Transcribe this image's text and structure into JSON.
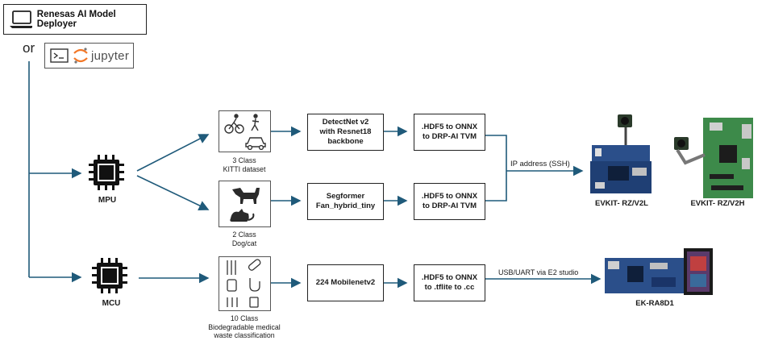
{
  "tools": {
    "deployer_label": "Renesas AI Model Deployer",
    "or_label": "or",
    "jupyter_label": "jupyter",
    "laptop_icon": "laptop-icon",
    "terminal_icon": "terminal-icon",
    "jupyter_icon": "jupyter-logo-icon"
  },
  "processors": {
    "mpu_label": "MPU",
    "mcu_label": "MCU",
    "chip_icon": "chip-icon"
  },
  "datasets": [
    {
      "label": "3 Class\nKITTI dataset",
      "icon": "cyclist-pedestrian-car-icon"
    },
    {
      "label": "2 Class\nDog/cat",
      "icon": "dog-cat-icon"
    },
    {
      "label": "10 Class\nBiodegradable medical\nwaste classification",
      "icon": "medical-waste-icon"
    }
  ],
  "models": [
    {
      "label": "DetectNet v2\nwith Resnet18\nbackbone"
    },
    {
      "label": "Segformer\nFan_hybrid_tiny"
    },
    {
      "label": "224 Mobilenetv2"
    }
  ],
  "conversions": [
    {
      "label": ".HDF5 to ONNX\nto DRP-AI TVM"
    },
    {
      "label": ".HDF5 to ONNX\nto DRP-AI TVM"
    },
    {
      "label": ".HDF5 to ONNX\nto .tflite to .cc"
    }
  ],
  "connections": {
    "ip_label": "IP address (SSH)",
    "usb_label": "USB/UART via E2 studio"
  },
  "boards": [
    {
      "label": "EVKIT- RZ/V2L",
      "icon": "evkit-rz-v2l-board-icon"
    },
    {
      "label": "EVKIT- RZ/V2H",
      "icon": "evkit-rz-v2h-board-icon"
    },
    {
      "label": "EK-RA8D1",
      "icon": "ek-ra8d1-board-icon"
    }
  ],
  "colors": {
    "arrow": "#1f5a7a",
    "board_blue": "#2b4f8a",
    "board_green": "#3d8a4a",
    "chip": "#111111"
  }
}
